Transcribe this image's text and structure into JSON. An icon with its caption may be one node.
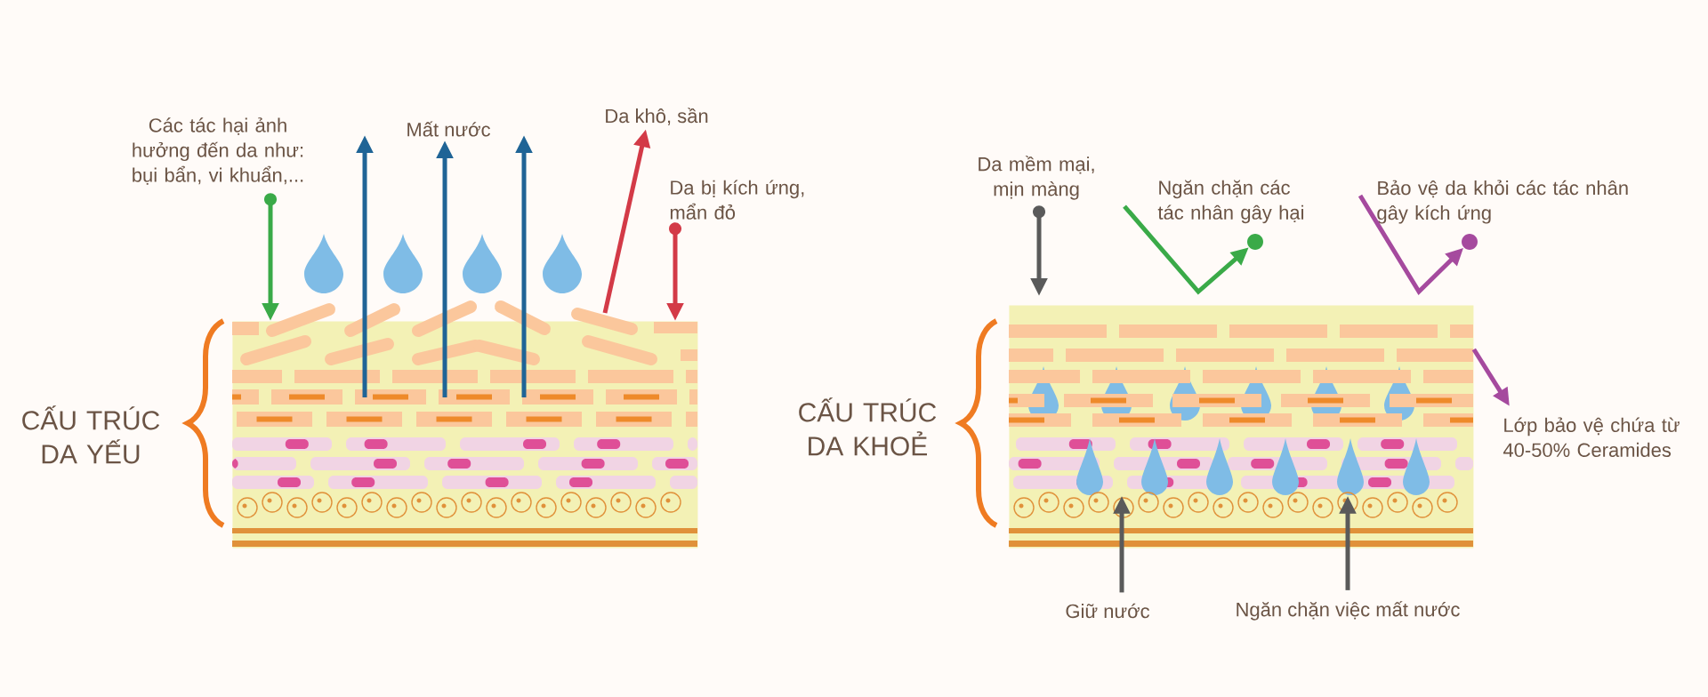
{
  "diagram": {
    "nodes": [
      {
        "text": [
          "Các tác hại ảnh hưởng đến da như: bụi bẩn, vi khuẩn,..."
        ]
      },
      {
        "text": [
          "Mất nước"
        ]
      },
      {
        "text": [
          "Da khô, sần"
        ]
      },
      {
        "text": [
          "Da bị kích ứng, mẩn đỏ"
        ]
      },
      {
        "text": [],
        "shape": "box",
        "beside": [
          "CẤU TRÚC DA YẾU"
        ]
      },
      {
        "text": [
          "Da mềm mại, mịn màng"
        ]
      },
      {
        "text": [
          "Ngăn chặn các tác nhân gây hại"
        ]
      },
      {
        "text": [],
        "shape": "circle"
      },
      {
        "text": [
          "Bảo vệ da khỏi các tác nhân gây kích ứng"
        ]
      },
      {
        "text": [],
        "shape": "circle"
      },
      {
        "text": [],
        "shape": "box",
        "beside": [
          "CẤU TRÚC DA KHOẺ"
        ]
      },
      {
        "text": [
          "Lớp bảo vệ chứa từ 40-50% Ceramides"
        ]
      },
      {
        "text": [
          "Giữ nước"
        ]
      },
      {
        "text": [
          "Ngăn chặn việc mất nước"
        ]
      }
    ],
    "edges": [
      {
        "from": 0,
        "to": 4,
        "arrow": "to",
        "color": "#3aaa48"
      },
      {
        "from": 4,
        "to": 1,
        "arrow": "to",
        "color": "#1f6496"
      },
      {
        "from": 4,
        "to": 1,
        "arrow": "to",
        "color": "#1f6496"
      },
      {
        "from": 4,
        "to": 1,
        "arrow": "to",
        "color": "#1f6496"
      },
      {
        "from": 4,
        "to": 2,
        "arrow": "to",
        "color": "#d33a47"
      },
      {
        "from": 3,
        "to": 4,
        "arrow": "to",
        "color": "#d33a47"
      },
      {
        "from": 5,
        "to": 10,
        "arrow": "to",
        "color": "#5a5a5a"
      },
      {
        "from": 6,
        "to": 7,
        "arrow": "to",
        "color": "#3aaa48"
      },
      {
        "from": 8,
        "to": 9,
        "arrow": "to",
        "color": "#a54a9e"
      },
      {
        "from": 10,
        "to": 11,
        "arrow": "to",
        "color": "#a54a9e"
      },
      {
        "from": 12,
        "to": 10,
        "arrow": "to",
        "color": "#5a5a5a"
      },
      {
        "from": 13,
        "to": 10,
        "arrow": "to",
        "color": "#5a5a5a"
      }
    ]
  }
}
